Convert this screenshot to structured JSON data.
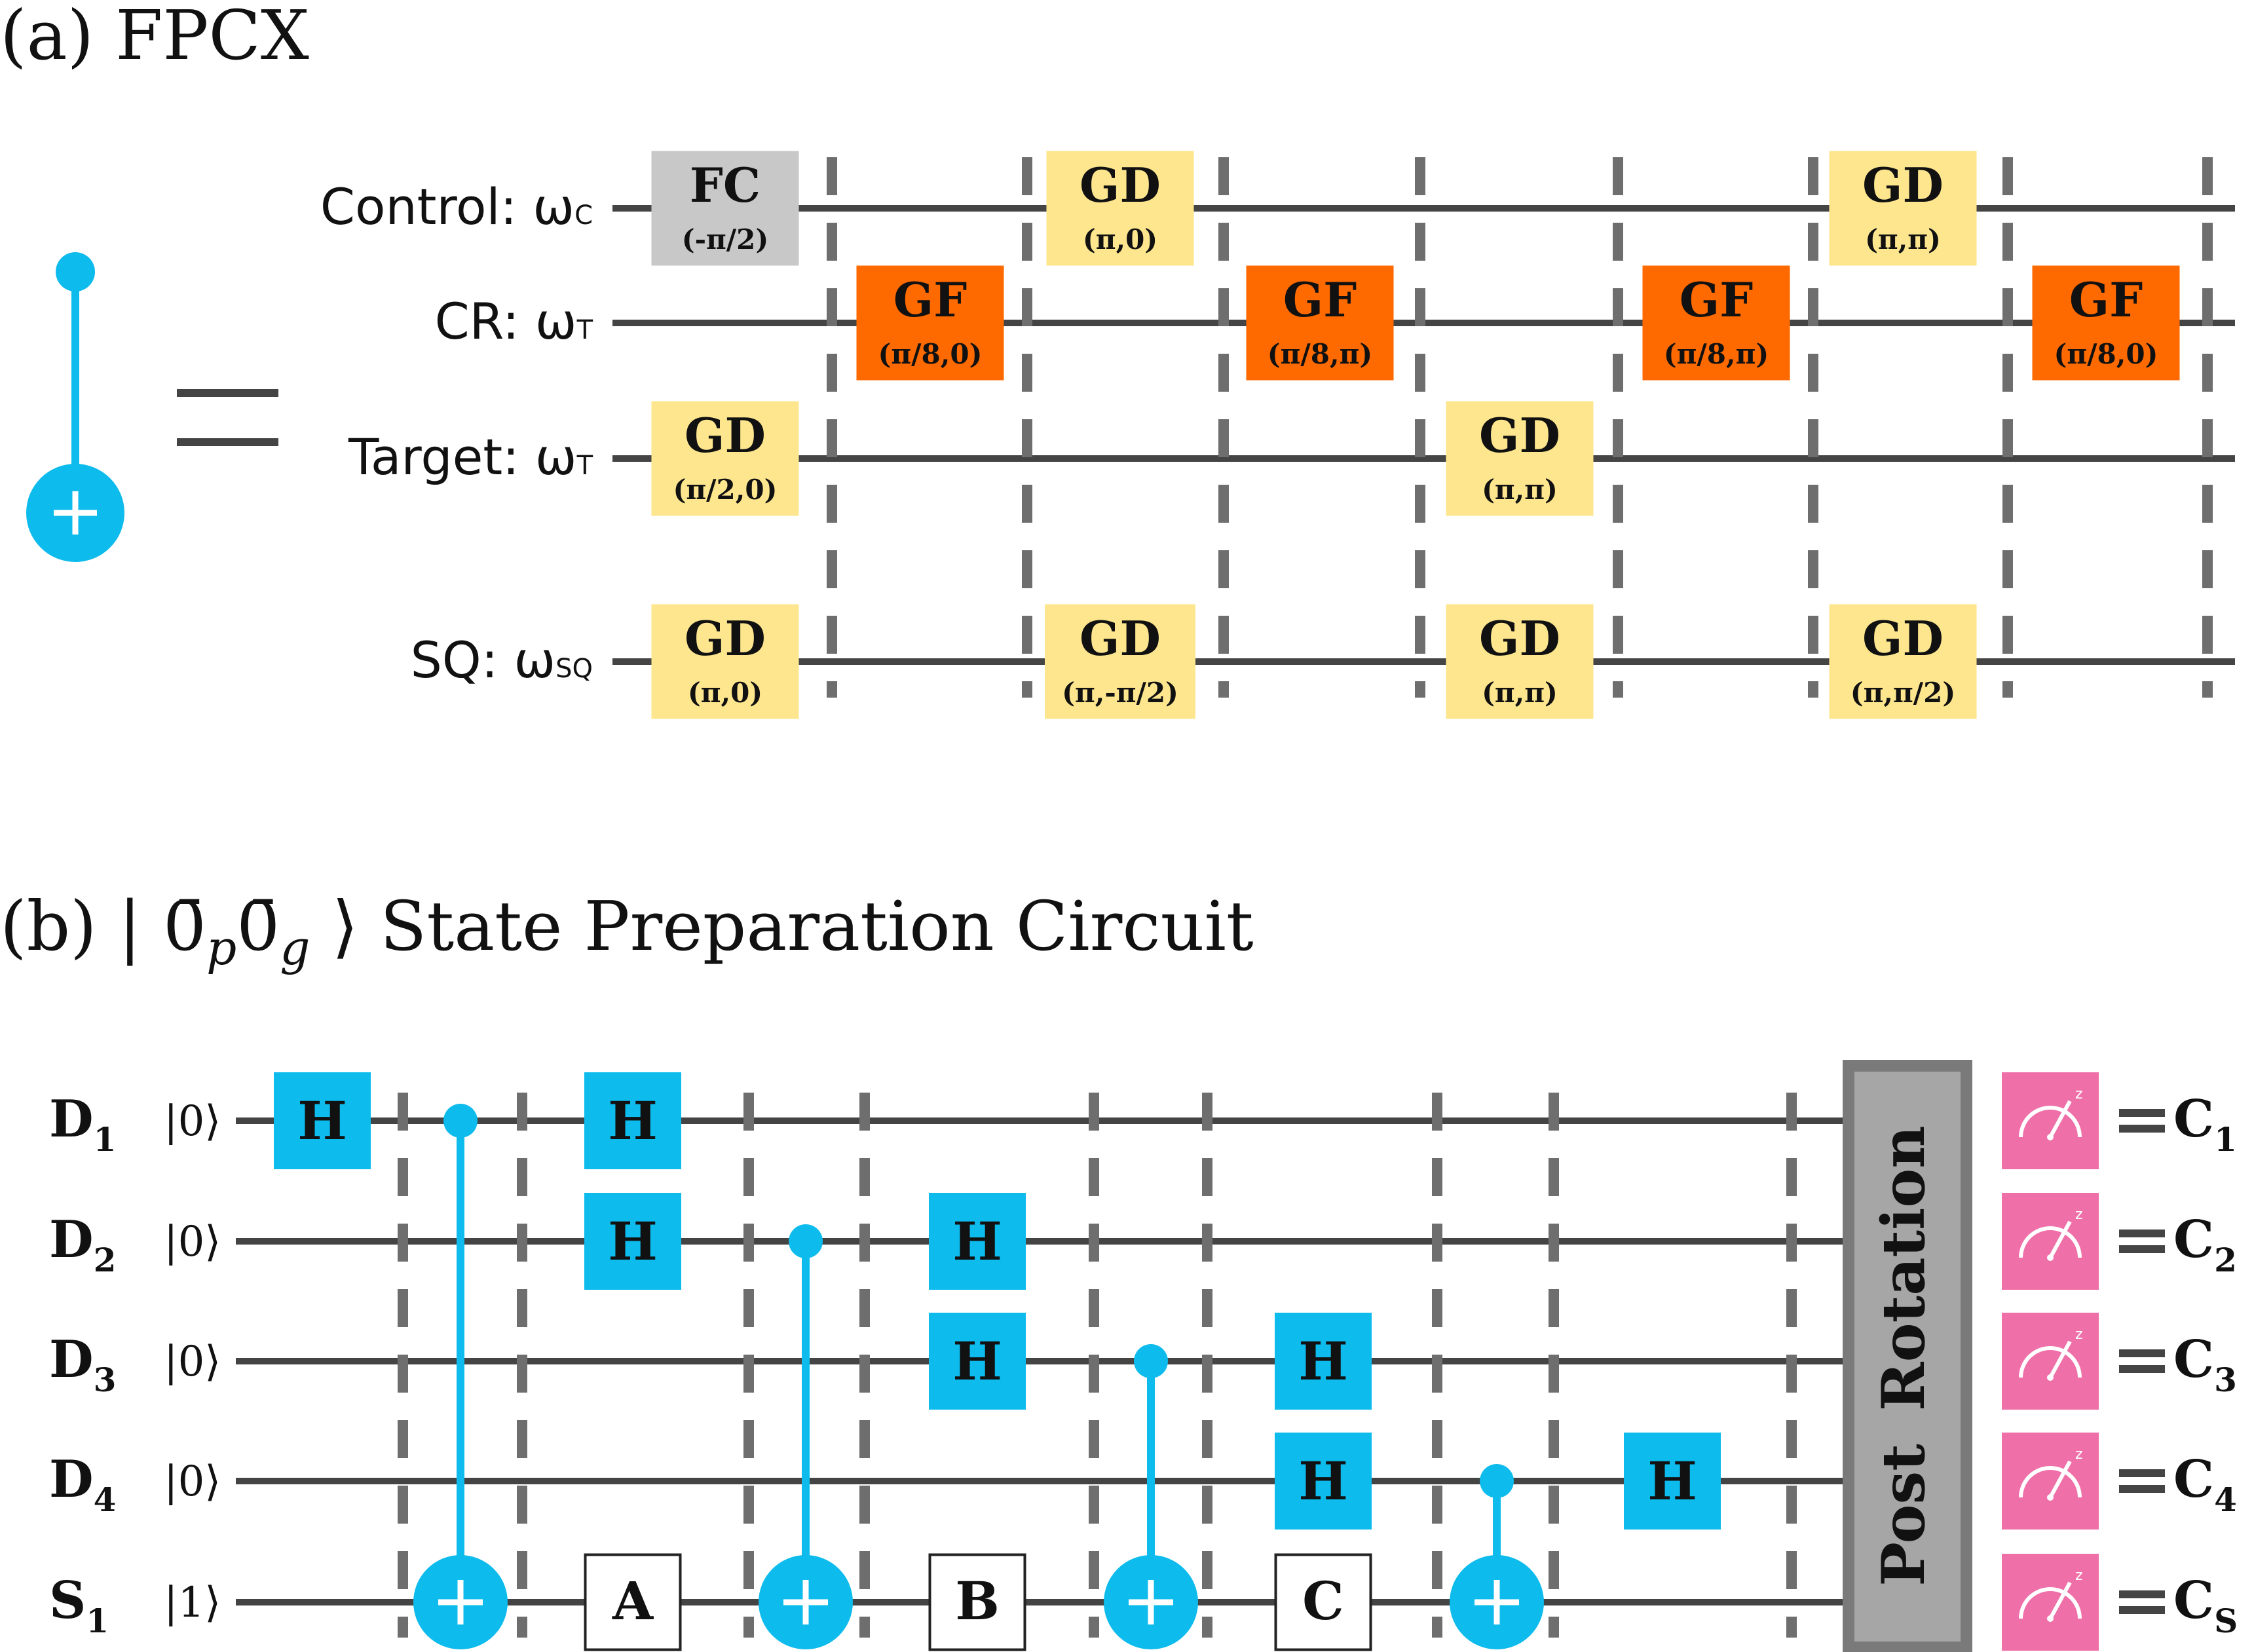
{
  "panel_a": {
    "heading": "(a) FPCX",
    "wires": [
      {
        "name": "Control: ω",
        "sub": "C"
      },
      {
        "name": "CR: ω",
        "sub": "T"
      },
      {
        "name": "Target: ω",
        "sub": "T"
      },
      {
        "name": "SQ: ω",
        "sub": "SQ"
      }
    ],
    "gates": [
      {
        "wire": 0,
        "slot": 0,
        "kind": "FC",
        "label": "FC",
        "param": "(-π/2)"
      },
      {
        "wire": 2,
        "slot": 0,
        "kind": "GD",
        "label": "GD",
        "param": "(π/2,0)"
      },
      {
        "wire": 3,
        "slot": 0,
        "kind": "GD",
        "label": "GD",
        "param": "(π,0)"
      },
      {
        "wire": 1,
        "slot": 1,
        "kind": "GF",
        "label": "GF",
        "param": "(π/8,0)"
      },
      {
        "wire": 0,
        "slot": 2,
        "kind": "GD",
        "label": "GD",
        "param": "(π,0)"
      },
      {
        "wire": 3,
        "slot": 2,
        "kind": "GD",
        "label": "GD",
        "param": "(π,-π/2)"
      },
      {
        "wire": 1,
        "slot": 3,
        "kind": "GF",
        "label": "GF",
        "param": "(π/8,π)"
      },
      {
        "wire": 2,
        "slot": 4,
        "kind": "GD",
        "label": "GD",
        "param": "(π,π)"
      },
      {
        "wire": 3,
        "slot": 4,
        "kind": "GD",
        "label": "GD",
        "param": "(π,π)"
      },
      {
        "wire": 1,
        "slot": 5,
        "kind": "GF",
        "label": "GF",
        "param": "(π/8,π)"
      },
      {
        "wire": 0,
        "slot": 6,
        "kind": "GD",
        "label": "GD",
        "param": "(π,π)"
      },
      {
        "wire": 3,
        "slot": 6,
        "kind": "GD",
        "label": "GD",
        "param": "(π,π/2)"
      },
      {
        "wire": 1,
        "slot": 7,
        "kind": "GF",
        "label": "GF",
        "param": "(π/8,0)"
      }
    ]
  },
  "panel_b": {
    "heading": {
      "prefix": "(b) | ",
      "bar0_p": "0̄",
      "p": "p",
      "bar0_g": "0̄",
      "g": "g",
      "suffix": " ⟩ State Preparation Circuit"
    },
    "qubits": [
      {
        "name": "D",
        "sub": "1",
        "init": "|0⟩",
        "output": "C",
        "output_sub": "1"
      },
      {
        "name": "D",
        "sub": "2",
        "init": "|0⟩",
        "output": "C",
        "output_sub": "2"
      },
      {
        "name": "D",
        "sub": "3",
        "init": "|0⟩",
        "output": "C",
        "output_sub": "3"
      },
      {
        "name": "D",
        "sub": "4",
        "init": "|0⟩",
        "output": "C",
        "output_sub": "4"
      },
      {
        "name": "S",
        "sub": "1",
        "init": "|1⟩",
        "output": "C",
        "output_sub": "S"
      }
    ],
    "h_gates": [
      {
        "wire": 0,
        "col": 0,
        "label": "H"
      },
      {
        "wire": 0,
        "col": 2,
        "label": "H"
      },
      {
        "wire": 1,
        "col": 2,
        "label": "H"
      },
      {
        "wire": 1,
        "col": 4,
        "label": "H"
      },
      {
        "wire": 2,
        "col": 4,
        "label": "H"
      },
      {
        "wire": 2,
        "col": 6,
        "label": "H"
      },
      {
        "wire": 3,
        "col": 6,
        "label": "H"
      },
      {
        "wire": 3,
        "col": 8,
        "label": "H"
      }
    ],
    "cnots": [
      {
        "control": 0,
        "target": 4,
        "col": 1
      },
      {
        "control": 1,
        "target": 4,
        "col": 3
      },
      {
        "control": 2,
        "target": 4,
        "col": 5
      },
      {
        "control": 3,
        "target": 4,
        "col": 7
      }
    ],
    "boxes": [
      {
        "wire": 4,
        "col": 2,
        "label": "A"
      },
      {
        "wire": 4,
        "col": 4,
        "label": "B"
      },
      {
        "wire": 4,
        "col": 6,
        "label": "C"
      }
    ],
    "post_rotation": {
      "word1": "Post",
      "word2": "Rotation"
    },
    "meter_icon": "measurement-z-icon",
    "colors": {
      "h_gate": "#0dbbec",
      "cnot": "#0dbbec",
      "post_rotation": "#a6a6a6",
      "meter": "#ef6fa8"
    }
  },
  "legend_symbol": {
    "icon": "cnot-gate-icon",
    "equals": "="
  },
  "colors": {
    "GD": "#fde68e",
    "GF": "#ff6a00",
    "FC": "#c8c8c8",
    "wire": "#444444",
    "barrier": "#6e6e6e",
    "cnot": "#0dbbec"
  }
}
